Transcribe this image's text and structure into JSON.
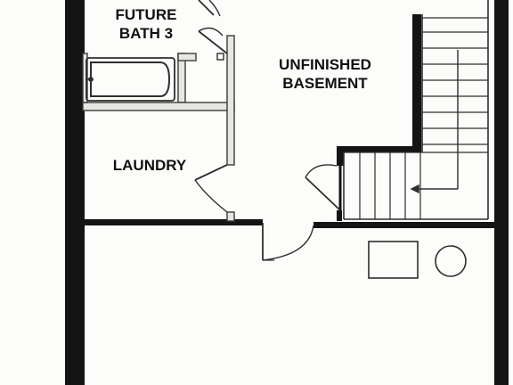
{
  "rooms": {
    "future_bath": {
      "line1": "FUTURE",
      "line2": "BATH 3"
    },
    "unfinished_basement": {
      "line1": "UNFINISHED",
      "line2": "BASEMENT"
    },
    "laundry": {
      "label": "LAUNDRY"
    }
  },
  "colors": {
    "wall": "#141414",
    "line": "#3a3a3a",
    "background": "#fcfcfb"
  }
}
